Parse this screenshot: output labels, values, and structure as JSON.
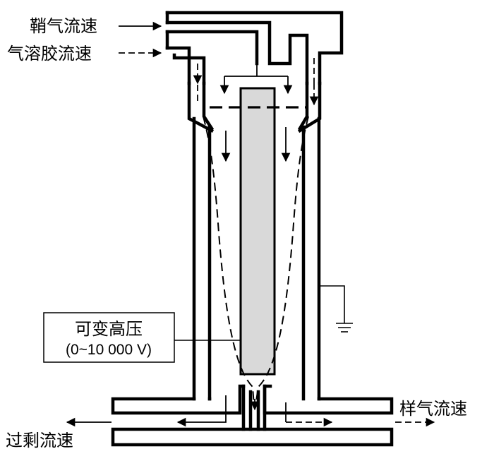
{
  "labels": {
    "sheath_flow": "鞘气流速",
    "aerosol_flow": "气溶胶流速",
    "sample_flow": "样气流速",
    "excess_flow": "过剩流速",
    "high_voltage_title": "可变高压",
    "high_voltage_range": "(0~10 000 V)"
  },
  "colors": {
    "line": "#000000",
    "electrode_fill": "#d9d9d9",
    "background": "#ffffff"
  },
  "icons": {
    "ground": "ground-symbol"
  }
}
